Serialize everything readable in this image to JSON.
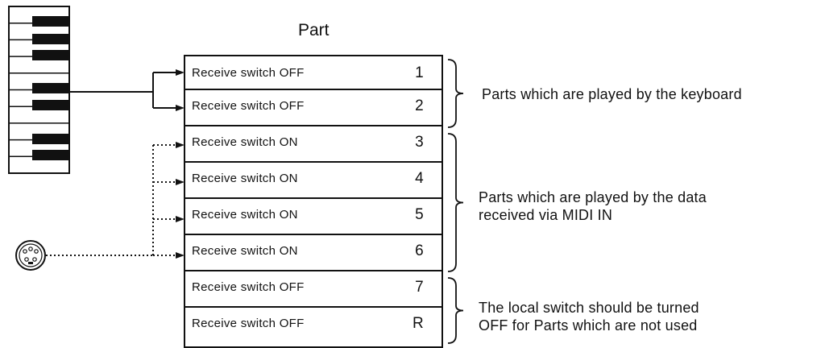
{
  "diagram": {
    "header": "Part",
    "parts": [
      {
        "label": "Receive switch OFF",
        "num": "1",
        "source": "keyboard"
      },
      {
        "label": "Receive switch OFF",
        "num": "2",
        "source": "keyboard"
      },
      {
        "label": "Receive switch ON",
        "num": "3",
        "source": "midi"
      },
      {
        "label": "Receive switch ON",
        "num": "4",
        "source": "midi"
      },
      {
        "label": "Receive switch ON",
        "num": "5",
        "source": "midi"
      },
      {
        "label": "Receive switch ON",
        "num": "6",
        "source": "midi"
      },
      {
        "label": "Receive switch OFF",
        "num": "7",
        "source": "none"
      },
      {
        "label": "Receive switch OFF",
        "num": "R",
        "source": "none"
      }
    ],
    "groups": [
      {
        "text": "Parts which are played by the keyboard"
      },
      {
        "text_lines": [
          "Parts which are played by the data",
          "received via MIDI IN"
        ]
      },
      {
        "text_lines": [
          "The local switch should be turned",
          "OFF for Parts which are not used"
        ]
      }
    ],
    "icons": [
      "piano-keyboard-icon",
      "midi-in-connector-icon"
    ],
    "colors": {
      "ink": "#111111",
      "background": "#ffffff"
    }
  }
}
